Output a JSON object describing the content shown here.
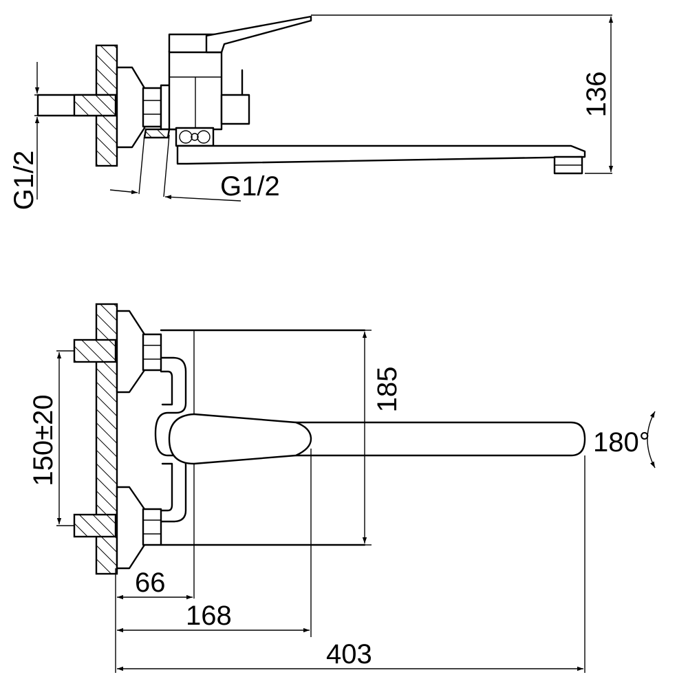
{
  "side_view": {
    "inlet_thread_label": "G1/2",
    "outlet_thread_label": "G1/2",
    "height_label": "136"
  },
  "top_view": {
    "center_distance_label": "150±20",
    "body_height_label": "185",
    "rotation_label": "180°",
    "depth_body_label": "66",
    "depth_handle_label": "168",
    "spout_length_label": "403"
  }
}
